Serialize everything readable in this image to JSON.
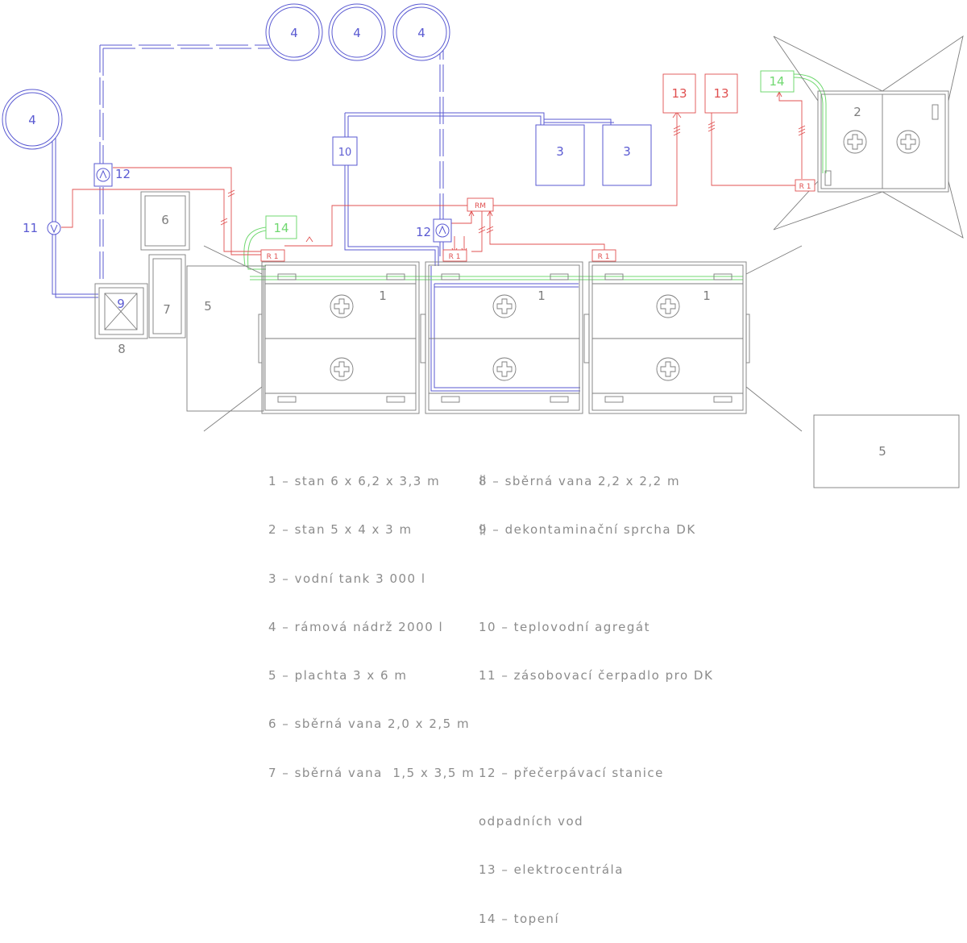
{
  "labels": {
    "frame_tank": "4",
    "water_tank": "3",
    "heater": "10",
    "pump_11": "11",
    "pump_12": "12",
    "generator": "13",
    "heating": "14",
    "regulator": "R 1",
    "rm_box": "RM",
    "collector_6": "6",
    "collector_7": "7",
    "tarp": "5",
    "collector_8": "8",
    "shower": "9",
    "tent_1": "1",
    "tent_2": "2"
  },
  "legend_left": [
    "1 – stan 6 x 6,2 x 3,3 m",
    "2 – stan 5 x 4 x 3 m",
    "3 – vodní tank 3 000 l",
    "4 – rámová nádrž 2000 l",
    "5 – plachta 3 x 6 m",
    "6 – sběrná vana 2,0 x 2,5 m",
    "7 – sběrná vana  1,5 x 3,5 m"
  ],
  "legend_right": [
    "8 – sběrná vana 2,2 x 2,2 m",
    "9 – dekontaminační sprcha DK",
    "",
    "10 – teplovodní agregát",
    "11 – zásobovací čerpadlo pro DK",
    "",
    "12 – přečerpávací stanice",
    "odpadních vod",
    "13 – elektrocentrála",
    "14 – topení"
  ],
  "colors": {
    "blue": "#5a5ad2",
    "red": "#e05050",
    "green": "#70d870",
    "gray": "#7d7d7d",
    "text_gray": "#8c8c8c"
  }
}
